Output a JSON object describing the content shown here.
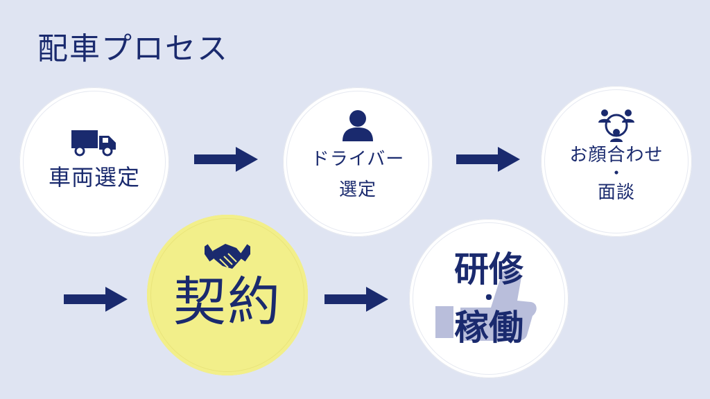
{
  "title": "配車プロセス",
  "colors": {
    "navy": "#1a2a6e",
    "background": "#dfe4f2",
    "highlight": "#f2ef8a",
    "circle": "#ffffff"
  },
  "steps": [
    {
      "icon": "truck-icon",
      "label": "車両選定"
    },
    {
      "icon": "person-icon",
      "label_line1": "ドライバー",
      "label_line2": "選定"
    },
    {
      "icon": "people-network-icon",
      "label_line1": "お顔合わせ",
      "separator": "・",
      "label_line2": "面談"
    },
    {
      "icon": "handshake-icon",
      "label": "契約"
    },
    {
      "icon": "thumbs-up-icon",
      "label_line1": "研修",
      "separator": "・",
      "label_line2": "稼働"
    }
  ]
}
